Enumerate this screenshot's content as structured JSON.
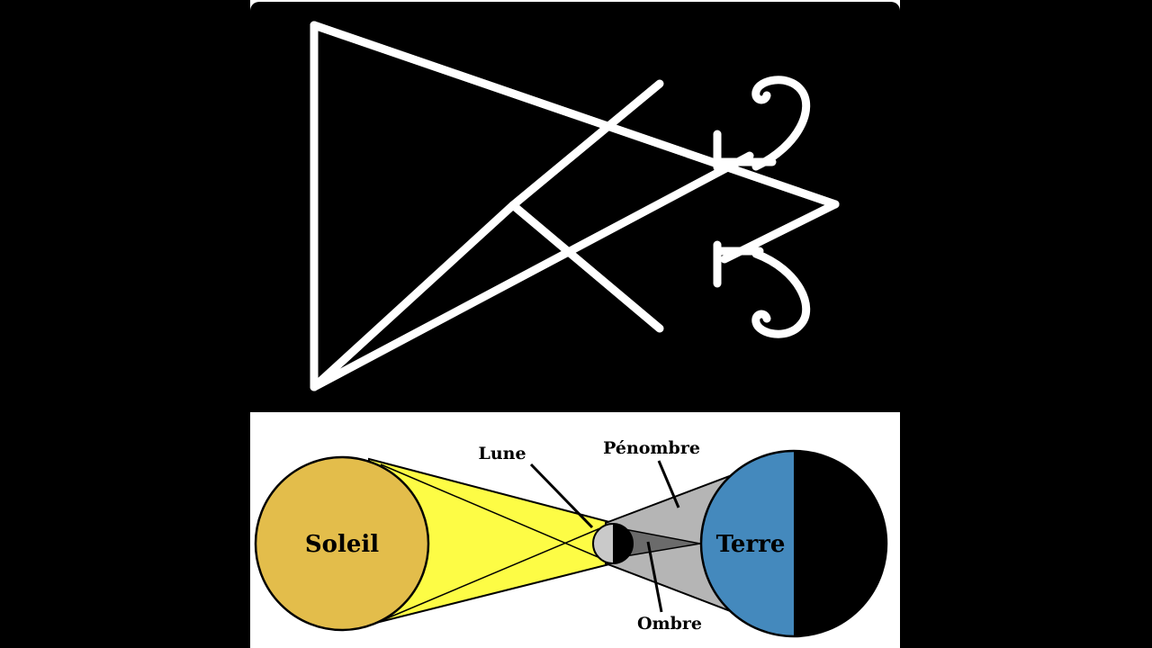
{
  "diagram": {
    "labels": {
      "sun": "Soleil",
      "moon": "Lune",
      "earth": "Terre",
      "penumbra": "Pénombre",
      "umbra": "Ombre"
    },
    "colors": {
      "background": "#000000",
      "sigil_stroke": "#ffffff",
      "sun_fill": "#e3bd4b",
      "light_cone": "#fdfc45",
      "shadow_cone": "#b5b5b5",
      "umbra_fill": "#6b6b6b",
      "earth_day": "#4489bd",
      "earth_night": "#000000"
    }
  }
}
